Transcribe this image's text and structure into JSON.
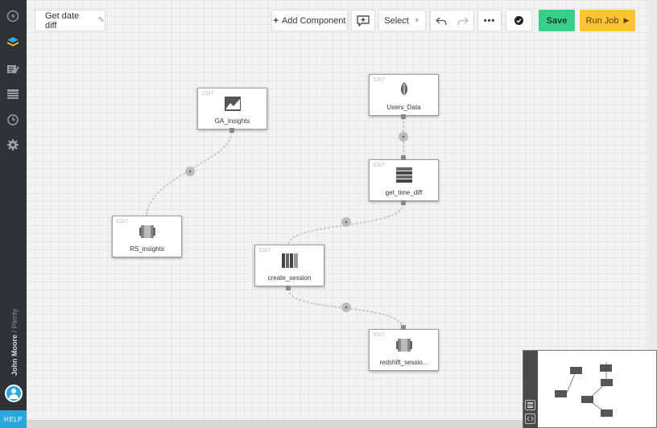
{
  "sidebar": {
    "items": [
      {
        "icon": "power-icon"
      },
      {
        "icon": "layers-icon",
        "active": true
      },
      {
        "icon": "edit-list-icon"
      },
      {
        "icon": "list-icon"
      },
      {
        "icon": "history-icon"
      },
      {
        "icon": "gear-icon"
      }
    ],
    "user_name": "John Moore",
    "separator": "/",
    "org_name": "Plenty",
    "help_label": "HELP"
  },
  "toolbar": {
    "job_title": "Get date diff",
    "add_component_label": "Add Component",
    "select_label": "Select",
    "more_label": "•••",
    "save_label": "Save",
    "run_label": "Run Job"
  },
  "nodes": {
    "edit_label": "EDIT",
    "ga_insights": {
      "label": "GA_Insights",
      "icon": "analytics-icon"
    },
    "users_data": {
      "label": "Users_Data",
      "icon": "mongodb-leaf-icon"
    },
    "get_time_diff": {
      "label": "get_time_diff",
      "icon": "select-transform-icon"
    },
    "rs_insights": {
      "label": "RS_insights",
      "icon": "redshift-icon"
    },
    "create_session": {
      "label": "create_session",
      "icon": "columns-transform-icon"
    },
    "redshift_session": {
      "label": "redshift_sessio...",
      "icon": "redshift-icon"
    }
  },
  "colors": {
    "sidebar": "#2f3236",
    "accent": "#29a8e0",
    "save": "#37d08a",
    "run": "#fdc332"
  }
}
